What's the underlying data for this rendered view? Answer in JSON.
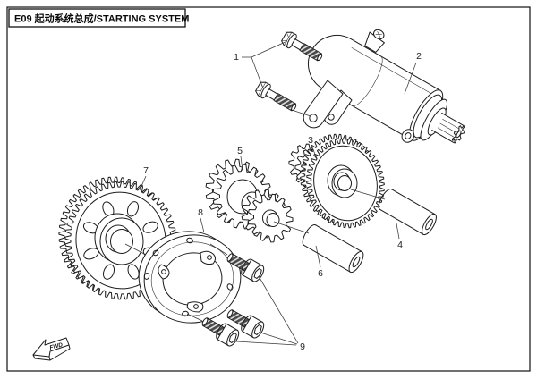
{
  "title_block": {
    "text": "E09 起动系统总成/STARTING SYSTEM"
  },
  "callouts": [
    {
      "label": "1"
    },
    {
      "label": "2"
    },
    {
      "label": "3"
    },
    {
      "label": "4"
    },
    {
      "label": "5"
    },
    {
      "label": "6"
    },
    {
      "label": "7"
    },
    {
      "label": "8"
    },
    {
      "label": "9"
    }
  ],
  "direction_marker": {
    "label": "FWD"
  },
  "colors": {
    "line": "#1b1b1b",
    "background": "#ffffff"
  }
}
